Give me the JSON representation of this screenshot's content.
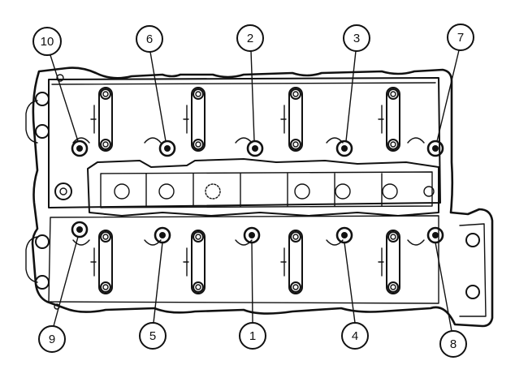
{
  "diagram": {
    "background_color": "#ffffff",
    "ink_color": "#111111",
    "bolt_callouts": [
      "10",
      "6",
      "2",
      "3",
      "7",
      "9",
      "5",
      "1",
      "4",
      "8"
    ]
  }
}
